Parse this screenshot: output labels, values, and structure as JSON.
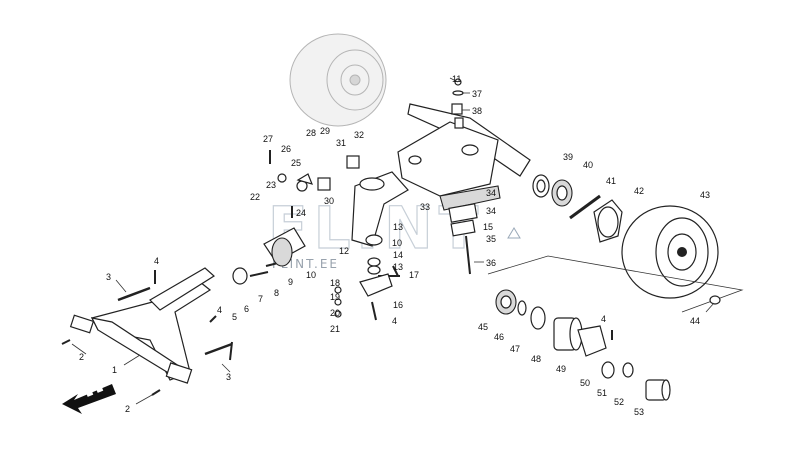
{
  "watermark": {
    "main": "FLINT",
    "sub": "FLINT.EE"
  },
  "callouts": [
    "1",
    "2",
    "2",
    "3",
    "3",
    "4",
    "4",
    "4",
    "4",
    "5",
    "6",
    "7",
    "8",
    "9",
    "10",
    "10",
    "11",
    "12",
    "13",
    "13",
    "14",
    "15",
    "16",
    "17",
    "18",
    "19",
    "20",
    "21",
    "22",
    "23",
    "24",
    "25",
    "26",
    "27",
    "28",
    "29",
    "30",
    "31",
    "32",
    "33",
    "34",
    "34",
    "35",
    "36",
    "37",
    "38",
    "39",
    "40",
    "41",
    "42",
    "43",
    "44",
    "45",
    "46",
    "47",
    "48",
    "49",
    "50",
    "51",
    "52",
    "53"
  ],
  "colors": {
    "ink": "#222222",
    "watermark": "#9aa9b8",
    "background": "#ffffff"
  }
}
